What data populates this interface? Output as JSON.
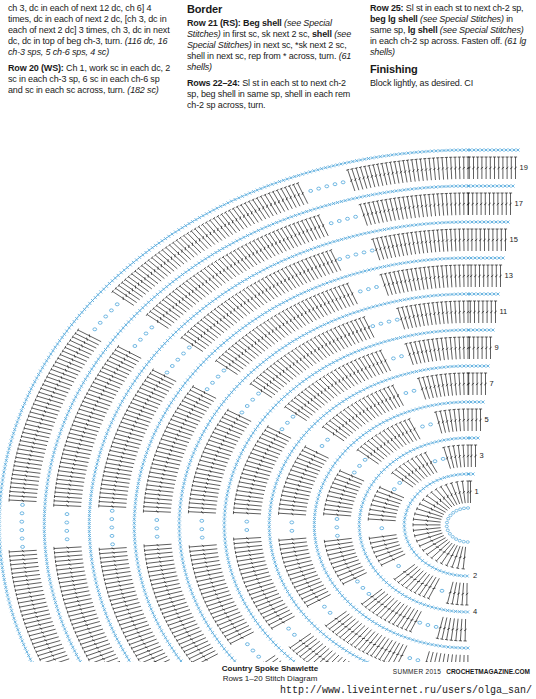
{
  "diagram": {
    "title": "Country Spoke Shawlette",
    "caption": "Rows 1–20 Stitch Diagram",
    "labels": [
      "ch 3, dc in each of next 12 dc, ch 6] 4 times, dc in each of next 2 dc, [ch 3, dc in each of next 2 dc] 3 times, ch 3, dc in next dc, dc in top of beg ch-3, turn.",
      "(116 dc, 16 ch-3 sps, 5 ch-6 sps, 4 sc)",
      "Row 20 (WS):",
      "Ch 1, work sc in each dc, 2 sc in each ch-3 sp, 6 sc in each ch-6 sp and sc in each sc across, turn.",
      "(182 sc)",
      "Border",
      "Row 21 (RS):",
      "Beg shell",
      "(see Special Stitches)",
      "in first sc, sk next 2 sc,",
      "shell",
      "(see Special Stitches)",
      "in next sc, *sk next 2 sc, shell in next sc, rep from * across, turn.",
      "(61 shells)",
      "Rows 22–24:",
      "Sl st in each st to next ch-2 sp, beg shell in same sp, shell in each rem ch-2 sp across, turn.",
      "Row 25:",
      "Sl st in each st to next ch-2 sp,",
      "beg lg shell",
      "(see Special Stitches)",
      "in same sp,",
      "lg shell",
      "(see Special Stitches)",
      "in each ch-2 sp across. Fasten off.",
      "(61 lg shells)",
      "Finishing",
      "Block lightly, as desired.",
      "CI",
      "19",
      "17",
      "15",
      "13",
      "11",
      "9",
      "7",
      "5",
      "3",
      "1",
      "2",
      "4",
      "SUMMER 2015",
      "CROCHETMAGAZINE.COM",
      "http://www.liveinternet.ru/users/olga_san/"
    ]
  }
}
